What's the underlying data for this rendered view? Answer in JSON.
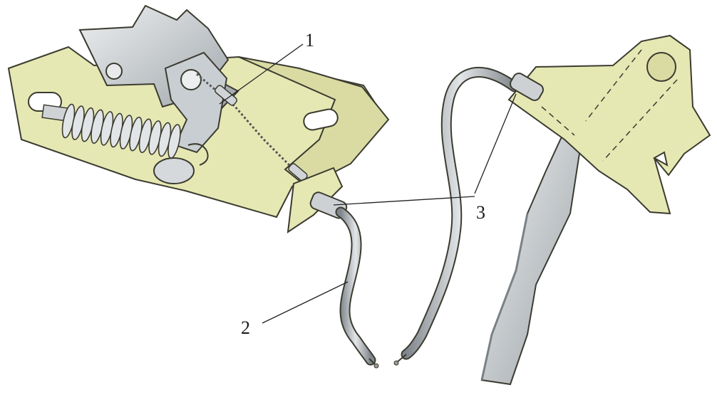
{
  "callouts": [
    {
      "id": "1",
      "text": "1"
    },
    {
      "id": "2",
      "text": "2"
    },
    {
      "id": "3",
      "text": "3"
    }
  ],
  "colors": {
    "bracket_fill": "#e6e8b4",
    "bracket_edge": "#3b3b30",
    "metal_fill": "#cfd3d6",
    "metal_dark": "#8e959b",
    "cable_fill": "#b9bec2",
    "leader": "#222222"
  }
}
